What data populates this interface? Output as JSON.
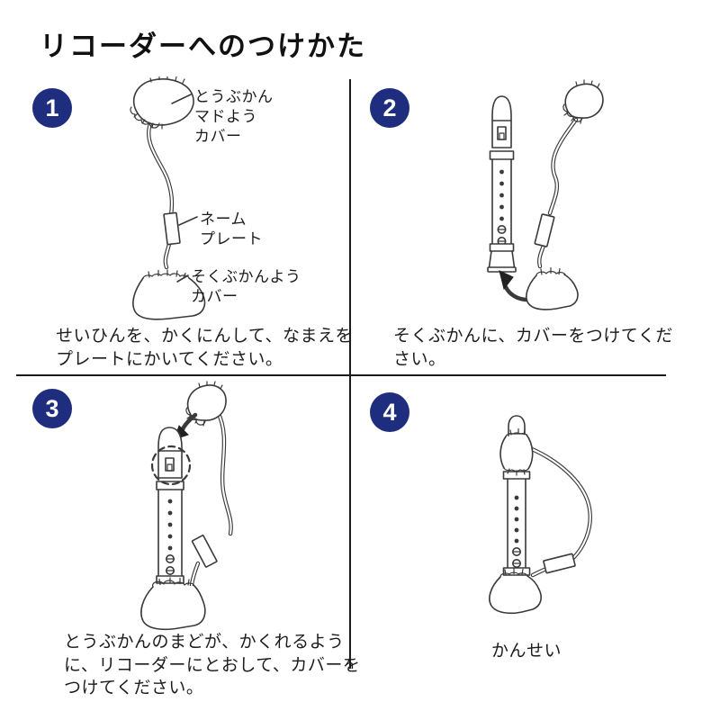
{
  "page": {
    "title": "リコーダーへのつけかた",
    "colors": {
      "badge": "#1e2d7d",
      "ink": "#1a1a1a",
      "line": "#3a3a3a",
      "background": "#ffffff"
    }
  },
  "steps": [
    {
      "number": "1",
      "caption_lines": [
        "せいひんを、かくにんして、なまえを",
        "プレートにかいてください。"
      ],
      "labels": {
        "head_cover": [
          "とうぶかん",
          "マドよう",
          "カバー"
        ],
        "name_plate": [
          "ネーム",
          "プレート"
        ],
        "foot_cover": [
          "そくぶかんよう",
          "カバー"
        ]
      }
    },
    {
      "number": "2",
      "caption_lines": [
        "そくぶかんに、カバーをつけてくだ",
        "さい。"
      ]
    },
    {
      "number": "3",
      "caption_lines": [
        "とうぶかんのまどが、かくれるよう",
        "に、リコーダーにとおして、カバーを",
        "つけてください。"
      ]
    },
    {
      "number": "4",
      "caption_lines": [
        "かんせい"
      ]
    }
  ]
}
